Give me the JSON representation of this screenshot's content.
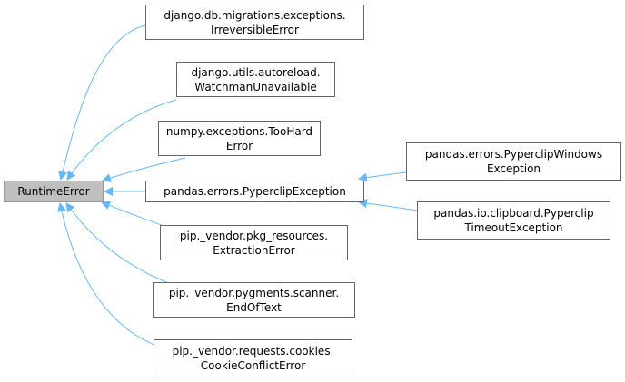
{
  "colors": {
    "edge": "#63b8ff",
    "node_border": "#666666",
    "root_fill": "#bfbfbf"
  },
  "root": {
    "label": "RuntimeError"
  },
  "children": [
    {
      "line1": "django.db.migrations.exceptions.",
      "line2": "IrreversibleError"
    },
    {
      "line1": "django.utils.autoreload.",
      "line2": "WatchmanUnavailable"
    },
    {
      "line1": "numpy.exceptions.TooHard",
      "line2": "Error"
    },
    {
      "line1": "pandas.errors.PyperclipException",
      "line2": ""
    },
    {
      "line1": "pip._vendor.pkg_resources.",
      "line2": "ExtractionError"
    },
    {
      "line1": "pip._vendor.pygments.scanner.",
      "line2": "EndOfText"
    },
    {
      "line1": "pip._vendor.requests.cookies.",
      "line2": "CookieConflictError"
    }
  ],
  "grandchildren": [
    {
      "line1": "pandas.errors.PyperclipWindows",
      "line2": "Exception"
    },
    {
      "line1": "pandas.io.clipboard.Pyperclip",
      "line2": "TimeoutException"
    }
  ]
}
